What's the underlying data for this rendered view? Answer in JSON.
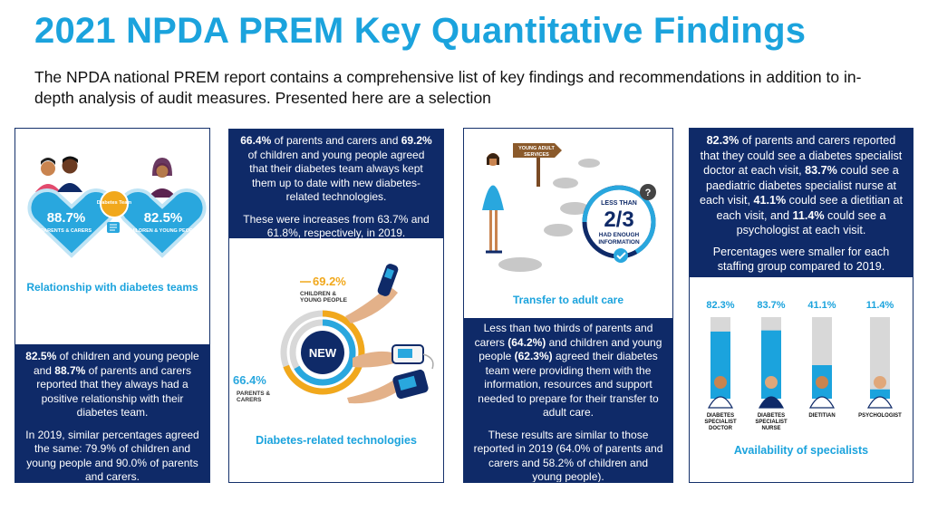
{
  "page": {
    "title": "2021 NPDA PREM Key Quantitative Findings",
    "intro": "The NPDA national PREM report contains a comprehensive list of key findings and recommendations in addition to in-depth analysis of audit measures. Presented here are a selection"
  },
  "colors": {
    "accent": "#1ba3dd",
    "navy": "#0f2a68",
    "gold": "#f1a81c",
    "grey": "#d8d8d8"
  },
  "cards": {
    "relationship": {
      "caption": "Relationship with diabetes teams",
      "parents_value": "88.7%",
      "parents_label": "PARENTS & CARERS",
      "children_value": "82.5%",
      "children_label": "CHILDREN & YOUNG PEOPLE",
      "badge": "Diabetes Team",
      "p1_pre": "",
      "p1_b1": "82.5%",
      "p1_mid": " of children and young people and ",
      "p1_b2": "88.7%",
      "p1_post": " of parents and carers reported that they always had a positive relationship with their diabetes team.",
      "p2": "In 2019, similar percentages agreed the same: 79.9% of children and young people and 90.0% of parents and carers."
    },
    "technologies": {
      "caption": "Diabetes-related technologies",
      "p1_b1": "66.4%",
      "p1_mid": " of parents and carers and ",
      "p1_b2": "69.2%",
      "p1_post": " of children and young people agreed that their diabetes team always kept them up to date with new diabetes-related technologies.",
      "p2": "These were increases from 63.7% and 61.8%, respectively, in 2019.",
      "children_value": "69.2%",
      "children_label_1": "CHILDREN &",
      "children_label_2": "YOUNG PEOPLE",
      "parents_value": "66.4%",
      "parents_label_1": "PARENTS &",
      "parents_label_2": "CARERS",
      "badge": "NEW"
    },
    "transfer": {
      "caption": "Transfer to adult care",
      "sign_1": "YOUNG ADULT",
      "sign_2": "SERVICES",
      "circle_top": "LESS THAN",
      "circle_frac": "2/3",
      "circle_b1": "HAD ENOUGH",
      "circle_b2": "INFORMATION",
      "question": "?",
      "p1_pre": "Less than two thirds of parents and carers ",
      "p1_b1": "(64.2%)",
      "p1_mid": " and children and young people ",
      "p1_b2": "(62.3%)",
      "p1_post": " agreed their diabetes team were providing them with the information, resources and support needed to prepare for their transfer to adult care.",
      "p2": "These results are similar to those reported in 2019 (64.0% of parents and carers and 58.2% of children and young people)."
    },
    "specialists": {
      "caption": "Availability of specialists",
      "p1_b1": "82.3%",
      "p1_a": " of parents and carers reported that they could see a diabetes specialist doctor at each visit, ",
      "p1_b2": "83.7%",
      "p1_b": " could see a paediatric diabetes specialist nurse at each visit, ",
      "p1_b3": "41.1%",
      "p1_c": " could see a dietitian at each visit, and ",
      "p1_b4": "11.4%",
      "p1_d": " could see a psychologist at each visit.",
      "p2": "Percentages were smaller for each staffing group compared to 2019."
    }
  },
  "chart_data": {
    "type": "bar",
    "categories": [
      "DIABETES SPECIALIST DOCTOR",
      "DIABETES SPECIALIST NURSE",
      "DIETITIAN",
      "PSYCHOLOGIST"
    ],
    "values": [
      82.3,
      83.7,
      41.1,
      11.4
    ],
    "value_labels": [
      "82.3%",
      "83.7%",
      "41.1%",
      "11.4%"
    ],
    "ylim": [
      0,
      100
    ],
    "title": "",
    "xlabel": "",
    "ylabel": ""
  }
}
